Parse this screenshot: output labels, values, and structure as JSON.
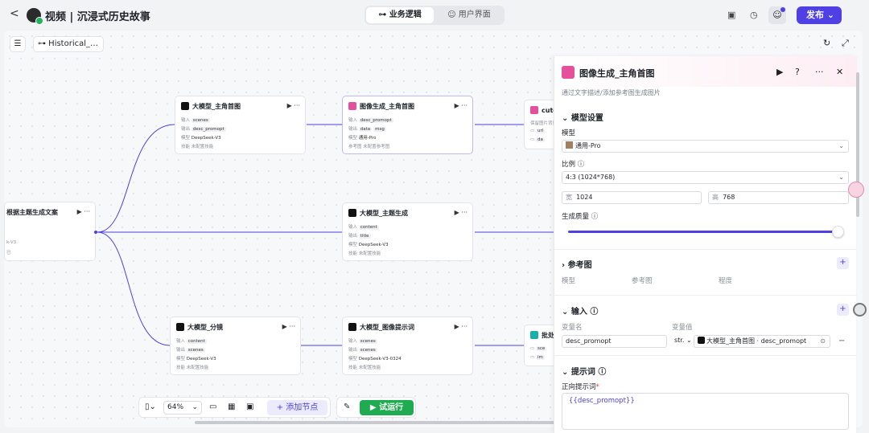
{
  "header": {
    "back": "<",
    "title": "视频 | 沉浸式历史故事",
    "edit": "✎",
    "tab_logic": "⊶ 业务逻辑",
    "tab_ui": "☺ 用户界面",
    "publish": "发布 ⌄",
    "icons": [
      "save-icon",
      "history-icon",
      "user-icon"
    ]
  },
  "canvas": {
    "sidebar_toggle": "☰",
    "breadcrumb": "⊶ Historical_…",
    "refresh": "↻",
    "expand": "⤢"
  },
  "nodes": {
    "start": {
      "title": "根据主题生成文案",
      "footer1": "k-V3",
      "footer2": "已"
    },
    "llm_main": {
      "title": "大模型_主角首图",
      "in": "输入",
      "in_v": "scenes",
      "out": "输出",
      "out_v": "desc_promopt",
      "model": "模型",
      "model_v": "DeepSeek-V3",
      "skill": "技能",
      "skill_v": "未配置技能"
    },
    "img_main": {
      "title": "图像生成_主角首图",
      "in": "输入",
      "in_v": "desc_promopt",
      "out": "输出",
      "out_v1": "data",
      "out_v2": "msg",
      "model": "模型",
      "model_v": "通用-Pro",
      "ref": "参考图",
      "ref_v": "未配置参考图"
    },
    "cutout": {
      "title": "cuto",
      "r1": "保留图片背景",
      "r2": "url",
      "r3": "da"
    },
    "llm_theme": {
      "title": "大模型_主题生成",
      "in": "输入",
      "in_v": "content",
      "out": "输出",
      "out_v": "title",
      "model": "模型",
      "model_v": "DeepSeek-V3",
      "skill": "技能",
      "skill_v": "未配置技能"
    },
    "llm_split": {
      "title": "大模型_分镜",
      "in": "输入",
      "in_v": "content",
      "out": "输出",
      "out_v": "scenes",
      "model": "模型",
      "model_v": "DeepSeek-V3",
      "skill": "技能",
      "skill_v": "未配置技能"
    },
    "llm_prompt": {
      "title": "大模型_图像提示词",
      "in": "输入",
      "in_v": "scenes",
      "out": "输出",
      "out_v": "scenes",
      "model": "模型",
      "model_v": "DeepSeek-V3-0324",
      "skill": "技能",
      "skill_v": "未配置技能"
    },
    "batch": {
      "title": "批处",
      "r1": "sce",
      "r2": "im"
    }
  },
  "toolbar": {
    "zoom": "64%",
    "add_node": "+ 添加节点",
    "run": "▶ 试运行"
  },
  "panel": {
    "title": "图像生成_主角首图",
    "desc": "通过文字描述/添加参考图生成图片",
    "model_settings": "模型设置",
    "model_label": "模型",
    "model_value": "通用-Pro",
    "ratio_label": "比例",
    "ratio_value": "4:3 (1024*768)",
    "width_label": "宽",
    "width_value": "1024",
    "height_label": "高",
    "height_value": "768",
    "quality_label": "生成质量",
    "quality_fraction": 0.98,
    "ref_section": "参考图",
    "ref_cols": [
      "模型",
      "参考图",
      "程度"
    ],
    "input_section": "输入",
    "var_name_col": "变量名",
    "var_value_col": "变量值",
    "var_name": "desc_promopt",
    "var_type": "str.",
    "var_ref": "大模型_主角首图 · desc_promopt",
    "prompt_section": "提示词",
    "positive_label": "正向提示词",
    "positive_required": "*",
    "positive_value": "{{desc_promopt}}"
  }
}
